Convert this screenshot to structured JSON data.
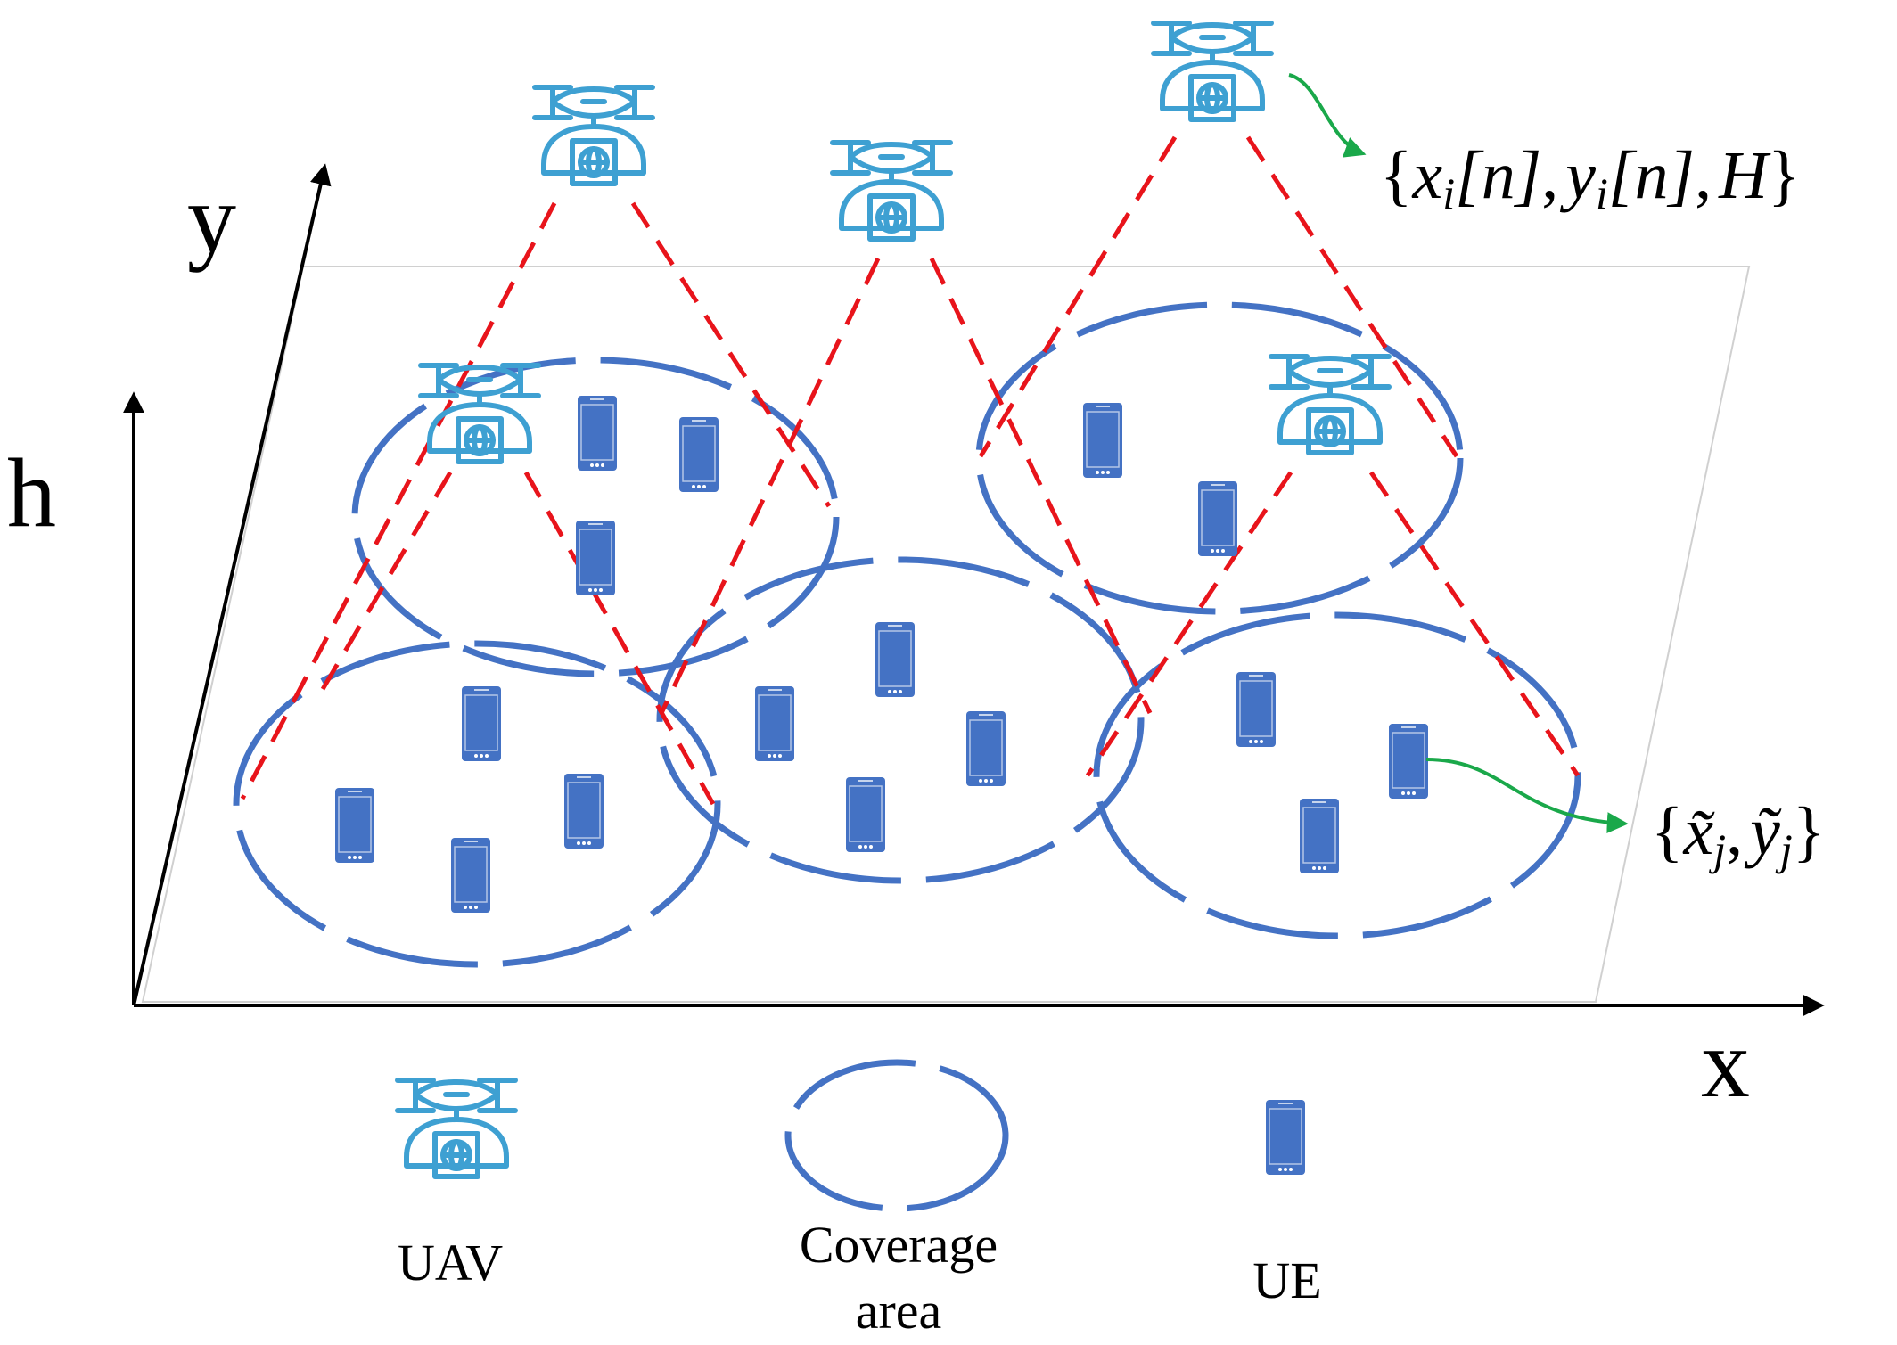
{
  "axes": {
    "x_label": "x",
    "y_label": "y",
    "h_label": "h"
  },
  "annotations": {
    "uav_position": {
      "open": "{",
      "x": "x",
      "x_sub": "i",
      "x_arg": "[n]",
      "sep1": ",",
      "y": "y",
      "y_sub": "i",
      "y_arg": "[n]",
      "sep2": ",",
      "h": "H",
      "close": "}"
    },
    "ue_position": {
      "open": "{",
      "x": "x̃",
      "x_sub": "j",
      "sep": ",",
      "y": "ỹ",
      "y_sub": "j",
      "close": "}"
    }
  },
  "legend": {
    "uav": "UAV",
    "coverage_line1": "Coverage",
    "coverage_line2": "area",
    "ue": "UE"
  },
  "colors": {
    "uav_icon": "#3ea0d2",
    "coverage": "#4472c4",
    "ue_phone": "#4472c4",
    "beam": "#e8141b",
    "pointer": "#1aa84a",
    "axis": "#000000",
    "plane": "#d0d0d0"
  }
}
